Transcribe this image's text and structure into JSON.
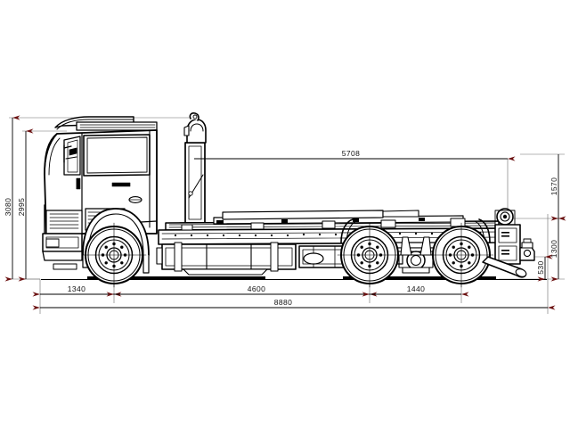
{
  "drawing": {
    "title": "Truck chassis with hook lift — side elevation",
    "subject": "hook-lift truck 6x4 side view technical drawing",
    "background_color": "#ffffff",
    "line_color": "#000000",
    "dimension_line_color": "#000000",
    "arrow_color": "#6b1010",
    "thin_line_color": "#555555"
  },
  "dimensions": {
    "overall_height": {
      "label": "3080",
      "orientation": "vertical",
      "position": "far-left"
    },
    "cab_height": {
      "label": "2995",
      "orientation": "vertical",
      "position": "left-inner"
    },
    "front_overhang_to_axle": {
      "label": "1340",
      "orientation": "horizontal",
      "position": "bottom-left"
    },
    "wheelbase": {
      "label": "4600",
      "orientation": "horizontal",
      "position": "bottom-center"
    },
    "rear_bogie_spread": {
      "label": "1440",
      "orientation": "horizontal",
      "position": "bottom-right"
    },
    "overall_length": {
      "label": "8880",
      "orientation": "horizontal",
      "position": "bottom-full"
    },
    "hook_height": {
      "label": "5708",
      "orientation": "horizontal",
      "position": "upper-center"
    },
    "frame_top_to_ground_upper": {
      "label": "1570",
      "orientation": "vertical",
      "position": "right-outer-upper"
    },
    "frame_height": {
      "label": "1300",
      "orientation": "vertical",
      "position": "right-outer-lower"
    },
    "hitch_height": {
      "label": "530",
      "orientation": "vertical",
      "position": "right-inner"
    }
  },
  "components": {
    "cab": "driver cab with side window and mirror",
    "hook_arm": "vertical hook lift mast with hook",
    "front_wheel": "steer axle wheel",
    "rear_wheel_1": "first drive axle wheel",
    "rear_wheel_2": "second drive axle wheel",
    "fuel_tank": "side mounted fuel tank",
    "chassis_frame": "longitudinal frame rails",
    "rear_hitch": "rear towing hitch",
    "ground_line": "ground reference line"
  }
}
